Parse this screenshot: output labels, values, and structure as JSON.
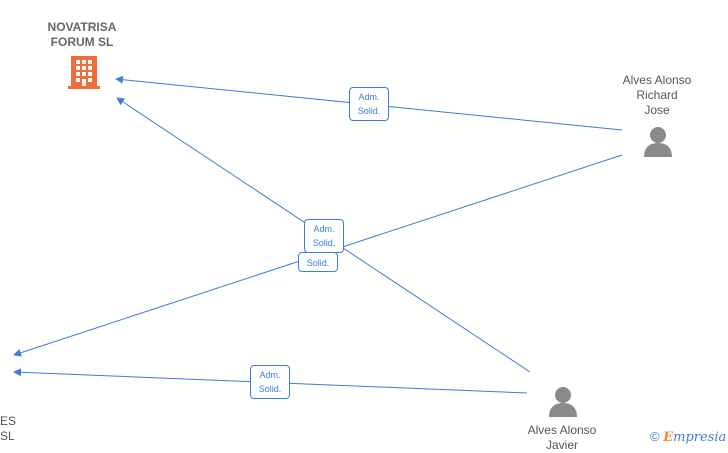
{
  "nodes": {
    "company_top": {
      "name_line1": "NOVATRISA",
      "name_line2": "FORUM  SL",
      "icon": "building-icon",
      "color": "#f26b3a"
    },
    "company_left": {
      "name_line1": "ES",
      "name_line2": "SL"
    },
    "person_richard": {
      "name_line1": "Alves Alonso",
      "name_line2": "Richard",
      "name_line3": "Jose",
      "icon": "person-icon"
    },
    "person_javier": {
      "name_line1": "Alves Alonso",
      "name_line2": "Javier",
      "icon": "person-icon"
    }
  },
  "badges": {
    "top": {
      "line1": "Adm.",
      "line2": "Solid."
    },
    "center_front": {
      "line1": "Adm.",
      "line2": "Solid."
    },
    "center_back": {
      "line2": "Solid."
    },
    "bottom": {
      "line1": "Adm.",
      "line2": "Solid."
    }
  },
  "colors": {
    "edge": "#3b7dd8",
    "person_icon": "#8a8a8a"
  },
  "footer": {
    "copyright": "©",
    "brand_e": "E",
    "brand_rest": "mpresia"
  }
}
